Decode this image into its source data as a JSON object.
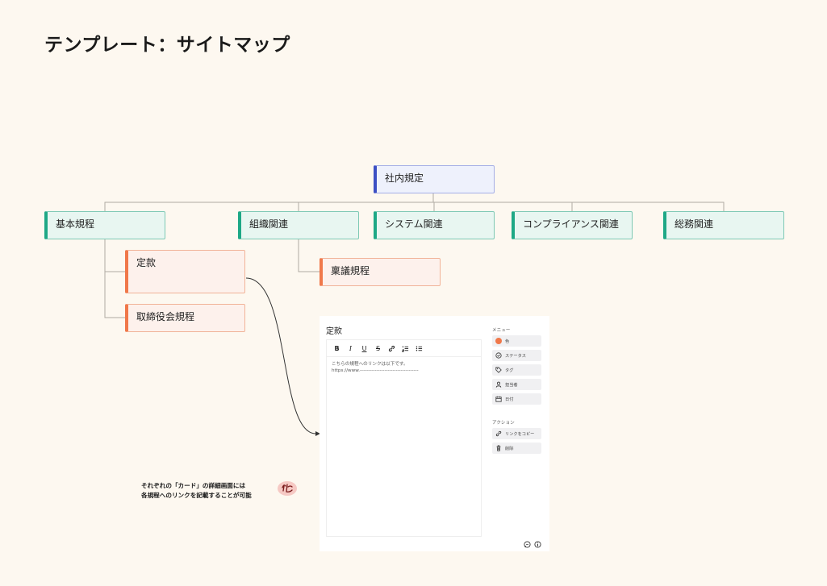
{
  "page": {
    "title": "テンプレート：サイトマップ"
  },
  "sitemap": {
    "root": "社内規定",
    "branches": [
      "基本規程",
      "組織関連",
      "システム関連",
      "コンプライアンス関連",
      "総務関連"
    ],
    "kihon_children": [
      "定款",
      "取締役会規程"
    ],
    "soshiki_children": [
      "稟議規程"
    ]
  },
  "detail_panel": {
    "title": "定款",
    "toolbar": [
      "B",
      "I",
      "U",
      "S",
      "link",
      "ordered-list",
      "bullet-list"
    ],
    "body_line1": "こちらの規程へのリンクは以下です。",
    "body_line2": "https://www.------------------------------------",
    "menu_label": "メニュー",
    "menu_items": [
      {
        "icon": "color-dot-icon",
        "label": "色",
        "color": "#f0784a"
      },
      {
        "icon": "status-check-icon",
        "label": "ステータス"
      },
      {
        "icon": "tag-icon",
        "label": "タグ"
      },
      {
        "icon": "person-icon",
        "label": "担当者"
      },
      {
        "icon": "calendar-icon",
        "label": "日付"
      }
    ],
    "action_label": "アクション",
    "action_items": [
      {
        "icon": "link-icon",
        "label": "リンクをコピー"
      },
      {
        "icon": "trash-icon",
        "label": "削除"
      }
    ]
  },
  "note": {
    "line1": "それぞれの「カード」の詳細画面には",
    "line2": "各規程へのリンクを記載することが可能"
  },
  "colors": {
    "background": "#fdf8f0",
    "root_accent": "#3c4fc4",
    "branch_accent": "#1ea886",
    "leaf_accent": "#f0784a"
  }
}
